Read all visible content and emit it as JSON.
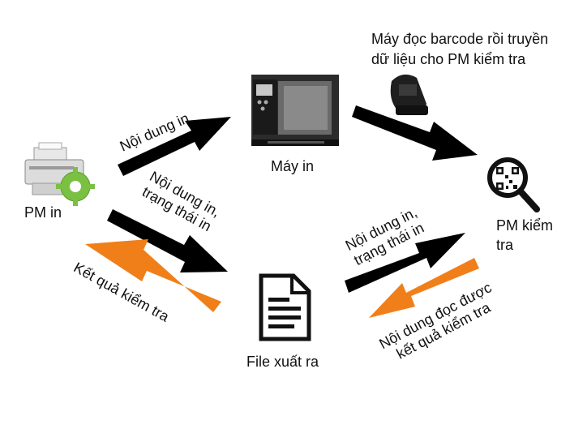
{
  "nodes": {
    "pm_in": {
      "label": "PM in",
      "icon": "printer-gear-icon"
    },
    "printer": {
      "label": "Máy in",
      "icon": "industrial-printer-icon"
    },
    "scanner": {
      "caption_line1": "Máy đọc barcode rồi truyền",
      "caption_line2": "dữ liệu cho PM kiểm tra",
      "icon": "barcode-scanner-icon"
    },
    "pm_check": {
      "label_line1": "PM kiểm",
      "label_line2": "tra",
      "icon": "qr-magnifier-icon"
    },
    "file": {
      "label": "File xuất ra",
      "icon": "document-icon"
    }
  },
  "edges": {
    "pm_in_to_printer": {
      "label": "Nội dung in"
    },
    "pm_in_to_file": {
      "label_line1": "Nội dung in,",
      "label_line2": "trạng thái in"
    },
    "file_to_pm_in": {
      "label": "Kết quả kiểm tra"
    },
    "file_to_pm_check": {
      "label_line1": "Nội dung in,",
      "label_line2": "trạng thái in"
    },
    "pm_check_to_file": {
      "label_line1": "Nội dung đọc được",
      "label_line2": "kết quả kiểm tra"
    }
  },
  "colors": {
    "black_arrow": "#000000",
    "orange_arrow": "#f07f1a",
    "gear_green": "#7ac143"
  }
}
